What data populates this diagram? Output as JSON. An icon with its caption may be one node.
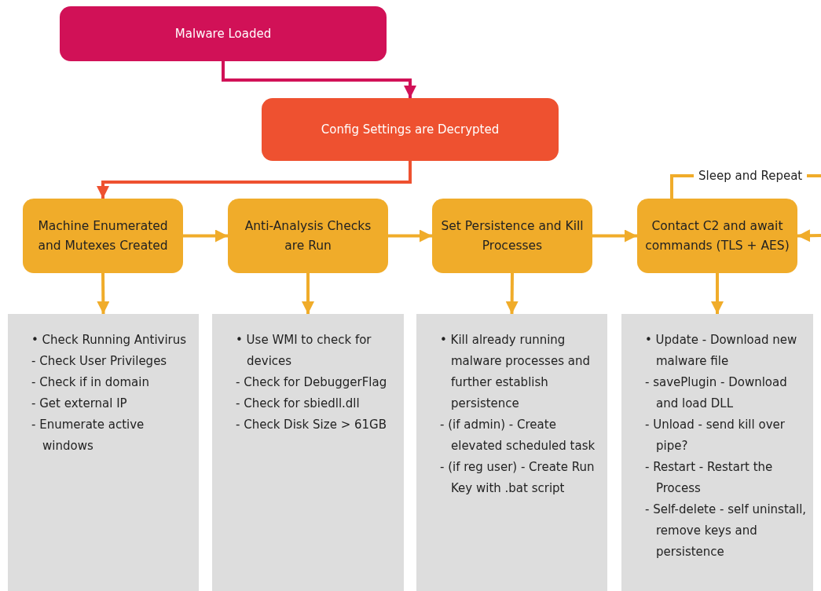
{
  "diagram": {
    "nodes": [
      {
        "text": [
          "Malware Loaded"
        ]
      },
      {
        "text": [
          "Config Settings are Decrypted"
        ]
      },
      {
        "text": [
          "Machine Enumerated and Mutexes Created"
        ]
      },
      {
        "text": [
          "Anti-Analysis Checks are Run"
        ]
      },
      {
        "text": [
          "Set Persistence and Kill Processes"
        ]
      },
      {
        "text": [
          "Contact C2 and await commands (TLS + AES)"
        ]
      },
      {
        "text": [
          "• Check Running Antivirus",
          "- Check User Privileges",
          "- Check if in domain",
          "- Get external IP",
          "- Enumerate active windows"
        ]
      },
      {
        "text": [
          "• Use WMI to check for devices",
          "- Check for DebuggerFlag",
          "- Check for sbiedll.dll",
          "- Check Disk Size > 61GB"
        ]
      },
      {
        "text": [
          "• Kill already running malware processes and further establish persistence",
          "- (if admin) - Create elevated scheduled task",
          "- (if reg user) - Create Run Key with .bat script"
        ]
      },
      {
        "text": [
          "• Update - Download new malware file",
          "- savePlugin - Download and load DLL",
          "- Unload - send kill over pipe?",
          "- Restart - Restart the Process",
          "- Self-delete - self uninstall, remove keys and persistence"
        ]
      }
    ],
    "edges": [
      {
        "from": 0,
        "to": 1,
        "arrow": "to",
        "color": "#d11157"
      },
      {
        "from": 1,
        "to": 2,
        "arrow": "to",
        "color": "#ee5130"
      },
      {
        "from": 2,
        "to": 3,
        "arrow": "to"
      },
      {
        "from": 3,
        "to": 4,
        "arrow": "to"
      },
      {
        "from": 4,
        "to": 5,
        "arrow": "to"
      },
      {
        "from": 2,
        "to": 6,
        "arrow": "to"
      },
      {
        "from": 3,
        "to": 7,
        "arrow": "to"
      },
      {
        "from": 4,
        "to": 8,
        "arrow": "to"
      },
      {
        "from": 5,
        "to": 9,
        "arrow": "to"
      },
      {
        "from": 5,
        "to": null,
        "arrow": "none",
        "label": "Sleep and Repeat"
      },
      {
        "from": null,
        "to": 5,
        "arrow": "to"
      }
    ]
  }
}
